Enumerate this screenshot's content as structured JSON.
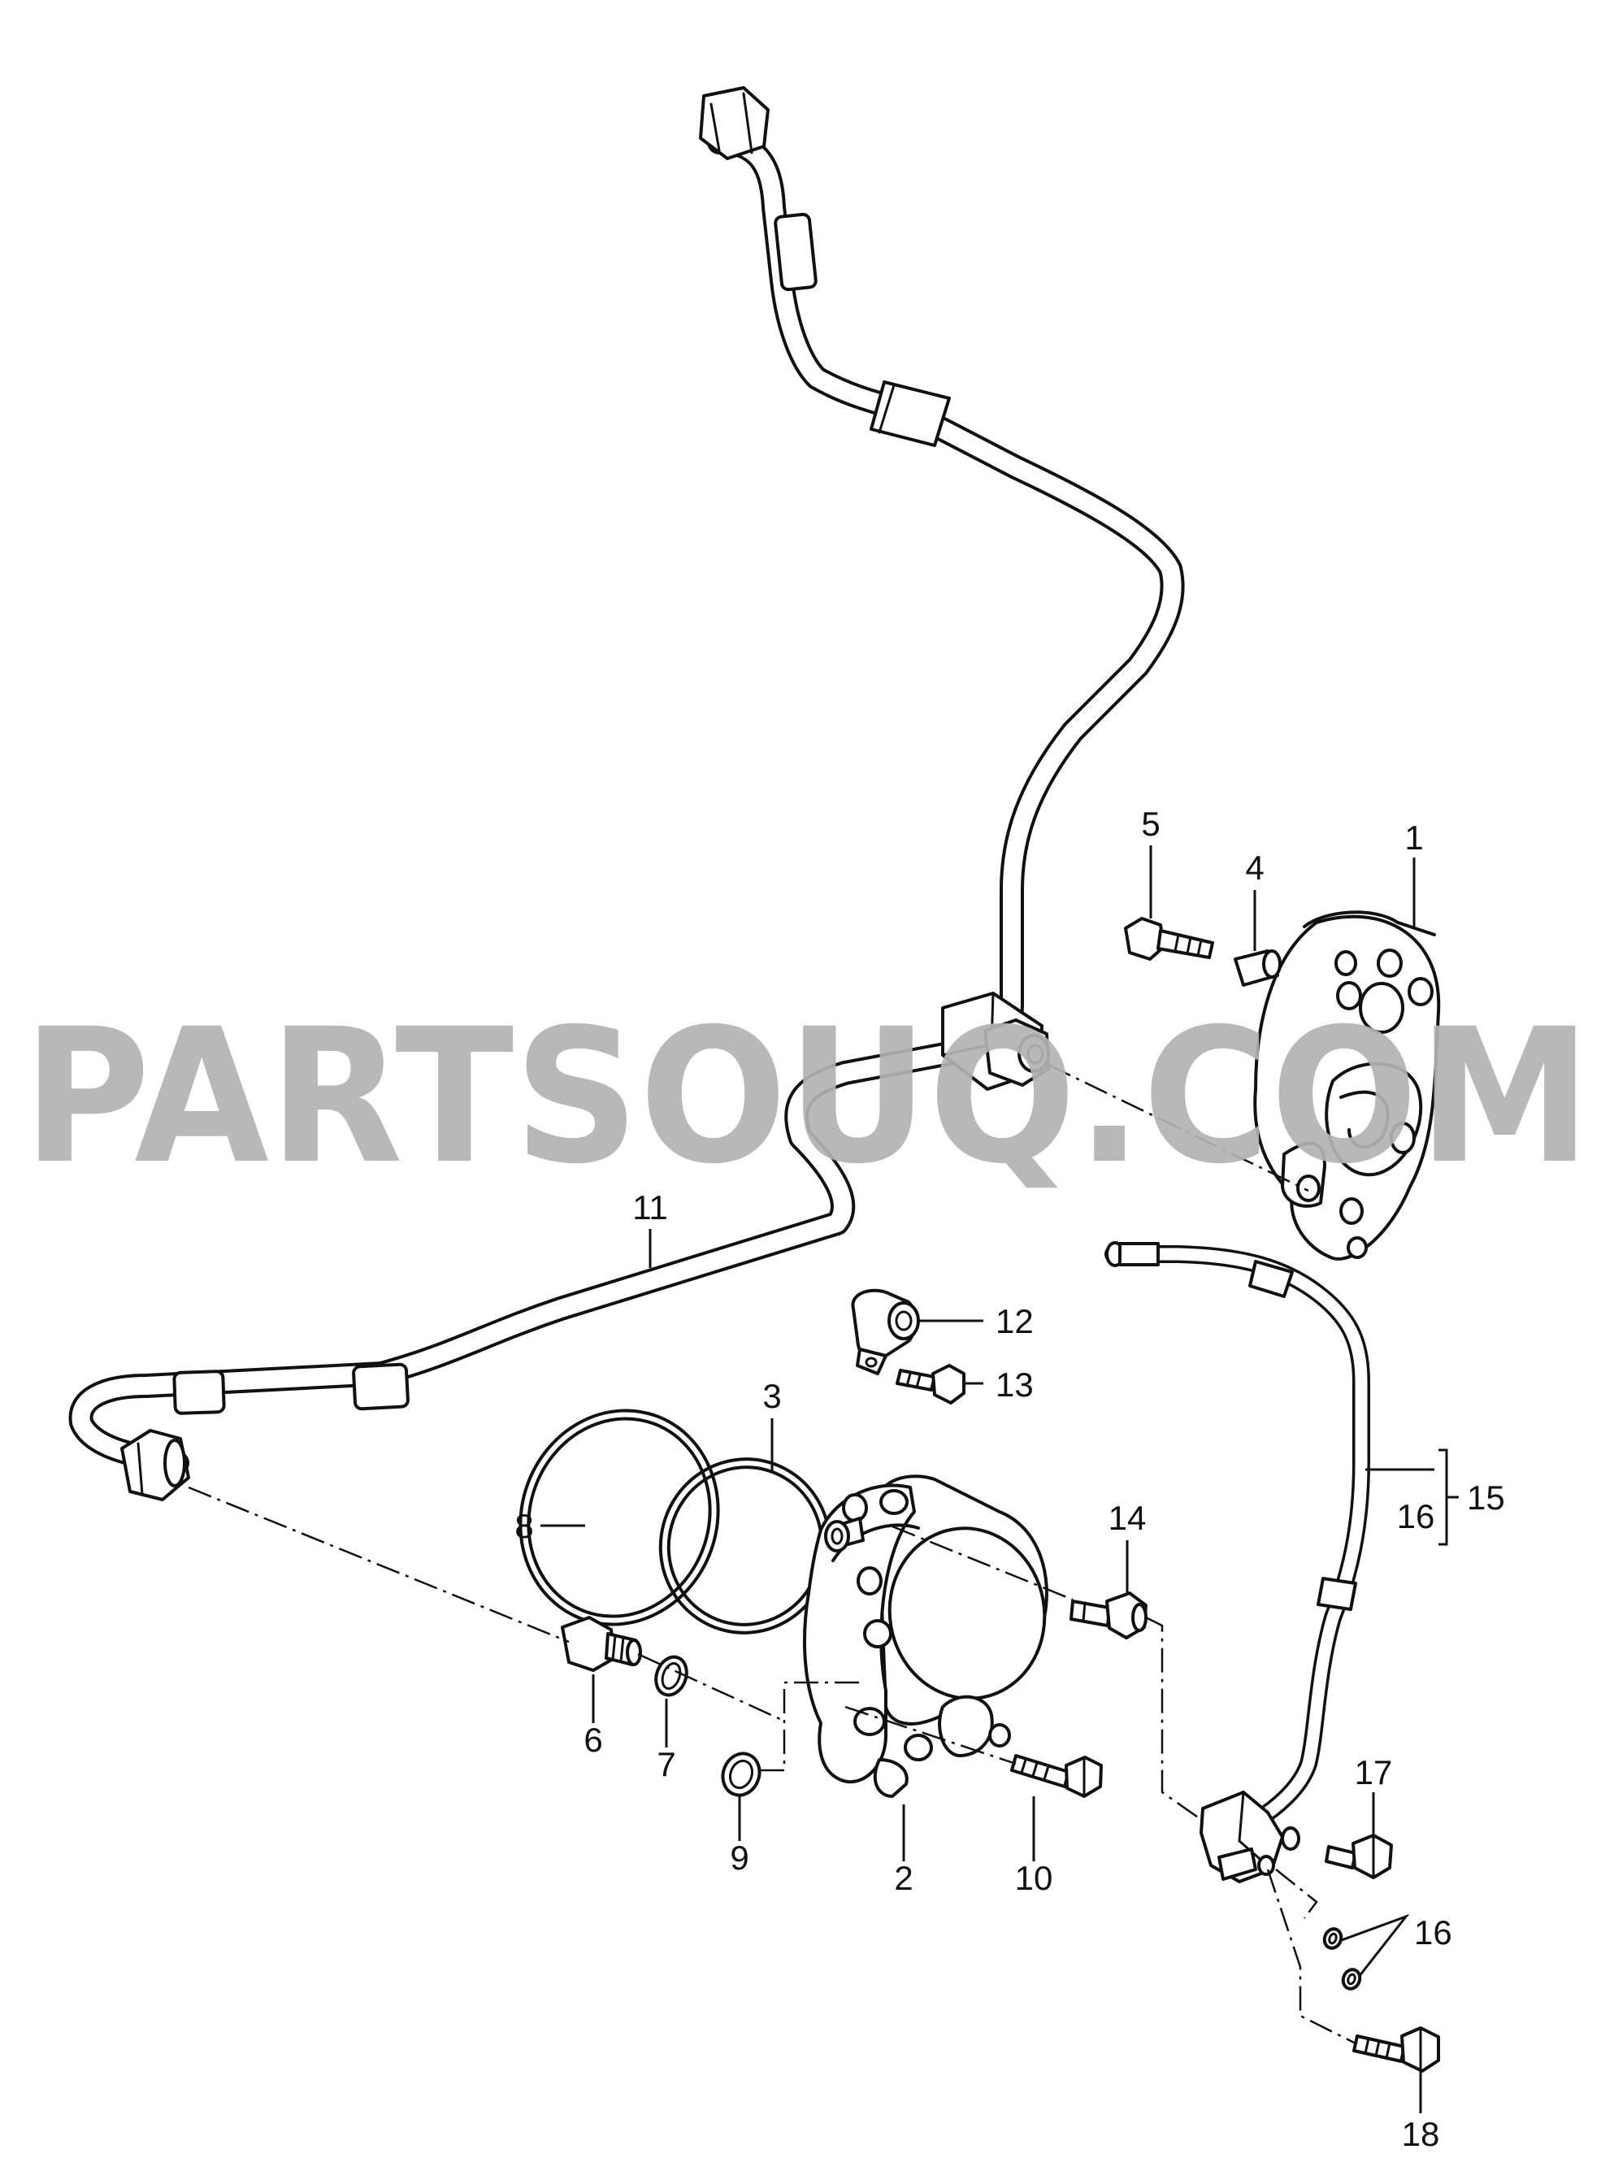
{
  "watermark": "PARTSOUQ.COM",
  "colors": {
    "ink": "#111111",
    "watermark": "#b3b3b3",
    "background": "#ffffff"
  },
  "callouts": [
    {
      "id": "1",
      "text": "1"
    },
    {
      "id": "2",
      "text": "2"
    },
    {
      "id": "3",
      "text": "3"
    },
    {
      "id": "4",
      "text": "4"
    },
    {
      "id": "5",
      "text": "5"
    },
    {
      "id": "6",
      "text": "6"
    },
    {
      "id": "7",
      "text": "7"
    },
    {
      "id": "8",
      "text": "8"
    },
    {
      "id": "9",
      "text": "9"
    },
    {
      "id": "10",
      "text": "10"
    },
    {
      "id": "11",
      "text": "11"
    },
    {
      "id": "12",
      "text": "12"
    },
    {
      "id": "13",
      "text": "13"
    },
    {
      "id": "14",
      "text": "14"
    },
    {
      "id": "15",
      "text": "15"
    },
    {
      "id": "16a",
      "text": "16"
    },
    {
      "id": "16b",
      "text": "16"
    },
    {
      "id": "17",
      "text": "17"
    },
    {
      "id": "18",
      "text": "18"
    }
  ]
}
